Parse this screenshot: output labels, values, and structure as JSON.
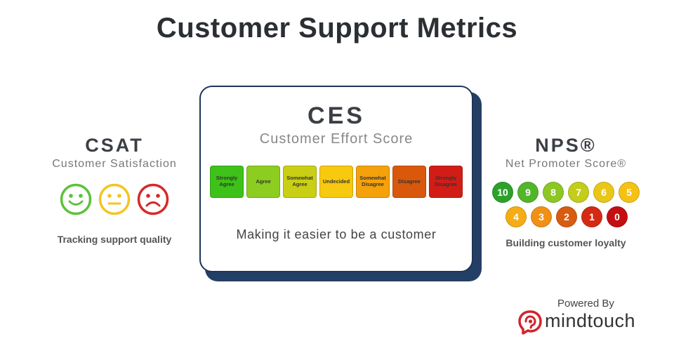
{
  "title": "Customer Support Metrics",
  "csat": {
    "heading": "CSAT",
    "subtitle": "Customer Satisfaction",
    "tagline": "Tracking support quality",
    "faces": [
      {
        "mood": "happy",
        "color": "#5cc23a"
      },
      {
        "mood": "neutral",
        "color": "#f2c523"
      },
      {
        "mood": "sad",
        "color": "#d5292a"
      }
    ]
  },
  "ces": {
    "heading": "CES",
    "subtitle": "Customer Effort Score",
    "options": [
      {
        "label": "Strongly Agree",
        "color": "#3ec219"
      },
      {
        "label": "Agree",
        "color": "#8ccd1f"
      },
      {
        "label": "Somewhat Agree",
        "color": "#c9cf14"
      },
      {
        "label": "Undecided",
        "color": "#f7c90f"
      },
      {
        "label": "Somewhat Disagree",
        "color": "#f5a10c"
      },
      {
        "label": "Disagree",
        "color": "#d9580c"
      },
      {
        "label": "Strongly Disagree",
        "color": "#d21d17"
      }
    ],
    "tagline": "Making it easier to be a customer"
  },
  "nps": {
    "heading": "NPS®",
    "subtitle": "Net Promoter Score®",
    "row1": [
      {
        "n": "10",
        "color": "#2ca12c"
      },
      {
        "n": "9",
        "color": "#52b52a"
      },
      {
        "n": "8",
        "color": "#8ec725"
      },
      {
        "n": "7",
        "color": "#c3cd1c"
      },
      {
        "n": "6",
        "color": "#e9c719"
      },
      {
        "n": "5",
        "color": "#f5c114"
      }
    ],
    "row2": [
      {
        "n": "4",
        "color": "#f5ad16"
      },
      {
        "n": "3",
        "color": "#f09116"
      },
      {
        "n": "2",
        "color": "#d85c12"
      },
      {
        "n": "1",
        "color": "#d42a14"
      },
      {
        "n": "0",
        "color": "#c40e12"
      }
    ],
    "tagline": "Building customer loyalty"
  },
  "brand": {
    "powered_by": "Powered By",
    "name": "mindtouch",
    "logo_color": "#d3232b"
  }
}
